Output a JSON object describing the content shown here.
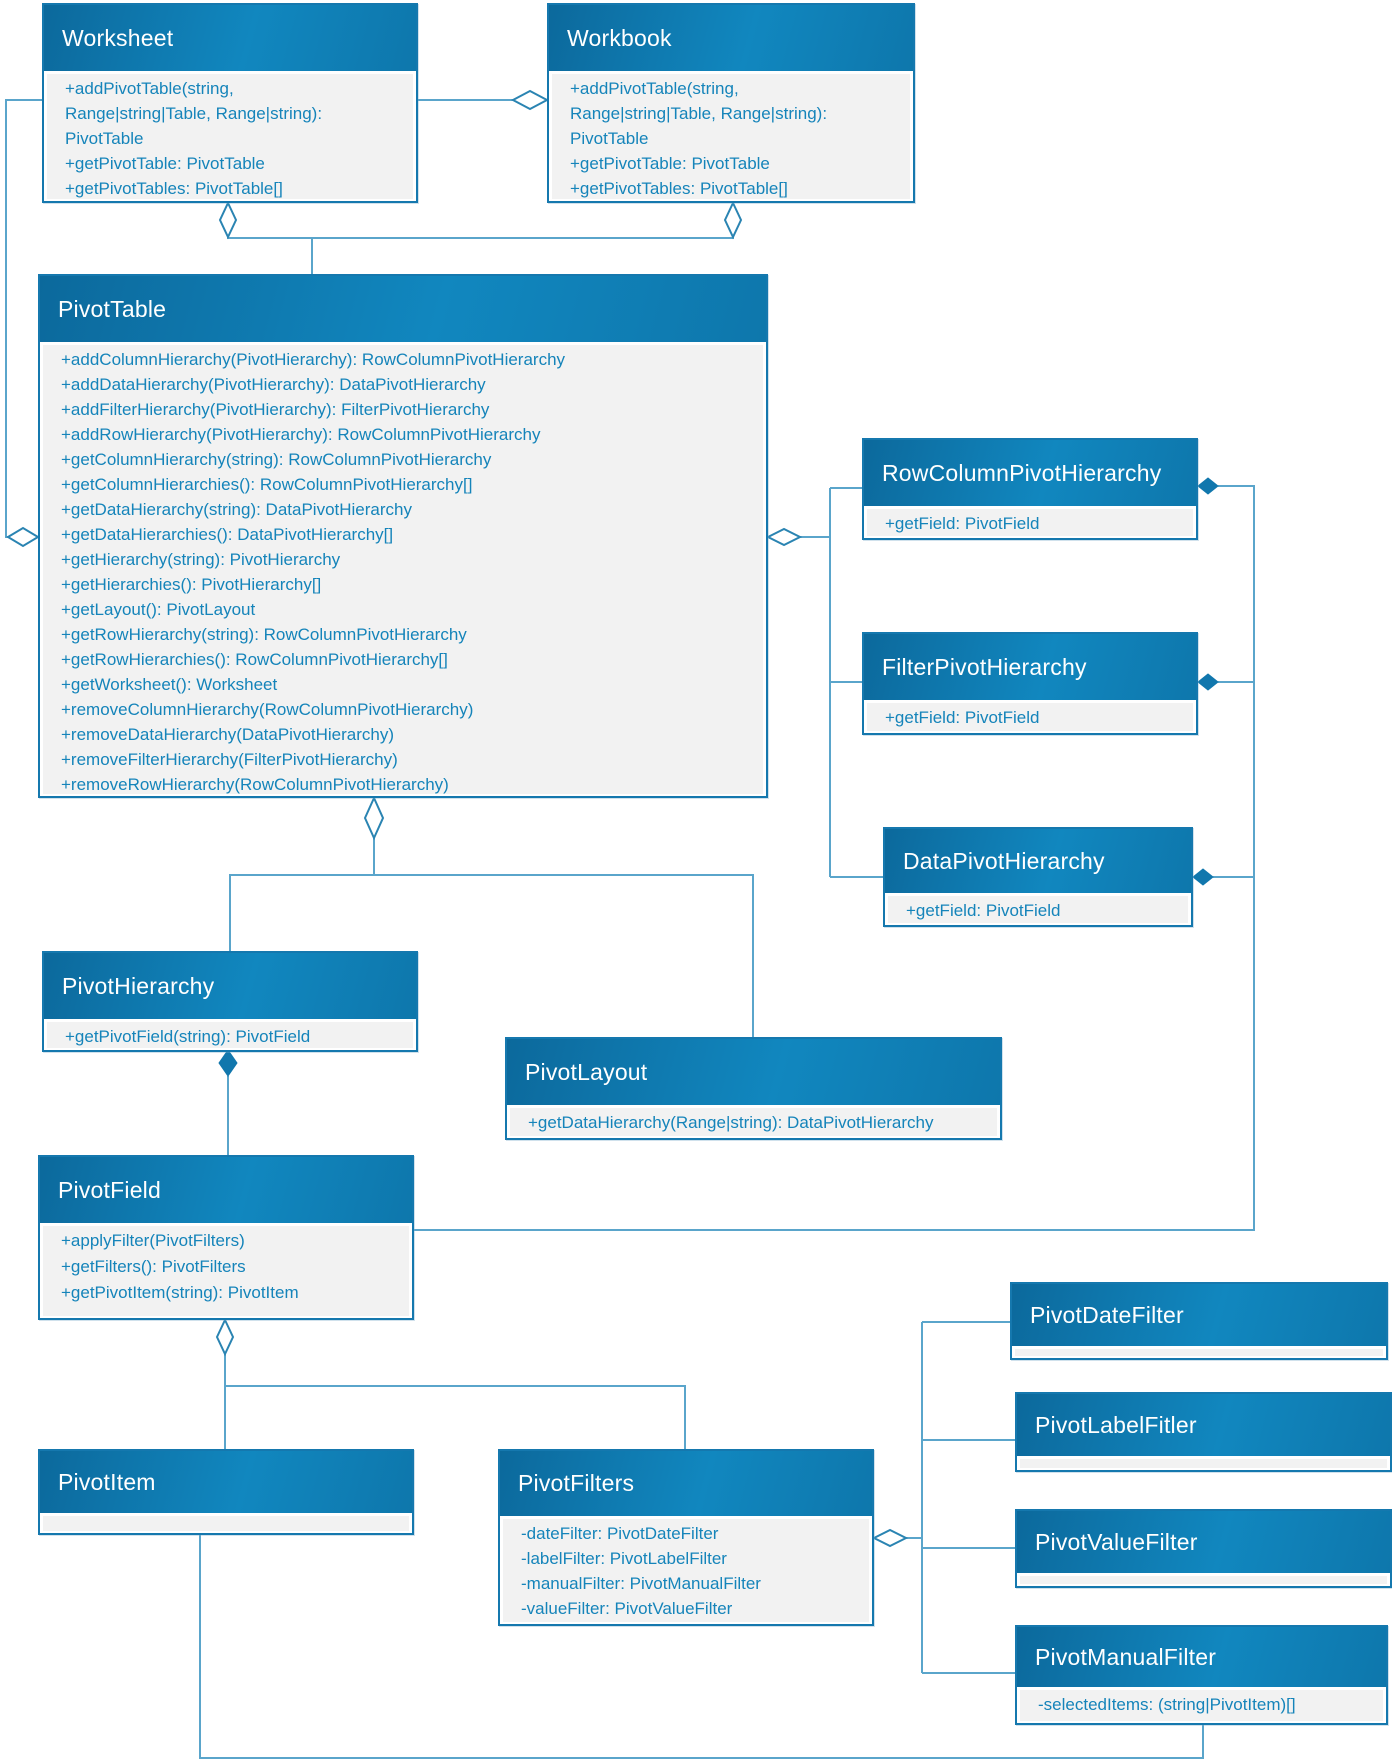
{
  "colors": {
    "accent": "#1177ad",
    "header_gradient_start": "#0c699c",
    "header_gradient_end": "#1187bf",
    "box_border": "#1578ae",
    "body_background": "#f2f2f2",
    "body_text": "#1584ba",
    "connector": "#5aa5cb",
    "header_text": "#ffffff"
  },
  "classes": {
    "worksheet": {
      "name": "Worksheet",
      "members": [
        "+addPivotTable(string,",
        "Range|string|Table, Range|string):",
        "PivotTable",
        "+getPivotTable: PivotTable",
        "+getPivotTables: PivotTable[]"
      ]
    },
    "workbook": {
      "name": "Workbook",
      "members": [
        "+addPivotTable(string,",
        "Range|string|Table, Range|string):",
        "PivotTable",
        "+getPivotTable: PivotTable",
        "+getPivotTables: PivotTable[]"
      ]
    },
    "pivotTable": {
      "name": "PivotTable",
      "members": [
        "+addColumnHierarchy(PivotHierarchy): RowColumnPivotHierarchy",
        "+addDataHierarchy(PivotHierarchy): DataPivotHierarchy",
        "+addFilterHierarchy(PivotHierarchy): FilterPivotHierarchy",
        "+addRowHierarchy(PivotHierarchy): RowColumnPivotHierarchy",
        "+getColumnHierarchy(string): RowColumnPivotHierarchy",
        "+getColumnHierarchies(): RowColumnPivotHierarchy[]",
        "+getDataHierarchy(string): DataPivotHierarchy",
        "+getDataHierarchies(): DataPivotHierarchy[]",
        "+getHierarchy(string): PivotHierarchy",
        "+getHierarchies(): PivotHierarchy[]",
        "+getLayout(): PivotLayout",
        "+getRowHierarchy(string): RowColumnPivotHierarchy",
        "+getRowHierarchies(): RowColumnPivotHierarchy[]",
        "+getWorksheet(): Worksheet",
        "+removeColumnHierarchy(RowColumnPivotHierarchy)",
        "+removeDataHierarchy(DataPivotHierarchy)",
        "+removeFilterHierarchy(FilterPivotHierarchy)",
        "+removeRowHierarchy(RowColumnPivotHierarchy)"
      ]
    },
    "rowColumnPivotHierarchy": {
      "name": "RowColumnPivotHierarchy",
      "members": [
        "+getField: PivotField"
      ]
    },
    "filterPivotHierarchy": {
      "name": "FilterPivotHierarchy",
      "members": [
        "+getField: PivotField"
      ]
    },
    "dataPivotHierarchy": {
      "name": "DataPivotHierarchy",
      "members": [
        "+getField: PivotField"
      ]
    },
    "pivotHierarchy": {
      "name": "PivotHierarchy",
      "members": [
        "+getPivotField(string): PivotField"
      ]
    },
    "pivotLayout": {
      "name": "PivotLayout",
      "members": [
        "+getDataHierarchy(Range|string): DataPivotHierarchy"
      ]
    },
    "pivotField": {
      "name": "PivotField",
      "members": [
        "+applyFilter(PivotFilters)",
        "+getFilters(): PivotFilters",
        "+getPivotItem(string): PivotItem"
      ]
    },
    "pivotItem": {
      "name": "PivotItem",
      "members": []
    },
    "pivotFilters": {
      "name": "PivotFilters",
      "members": [
        "-dateFilter: PivotDateFilter",
        "-labelFilter: PivotLabelFilter",
        "-manualFilter: PivotManualFilter",
        "-valueFilter: PivotValueFilter"
      ]
    },
    "pivotDateFilter": {
      "name": "PivotDateFilter",
      "members": []
    },
    "pivotLabelFitler": {
      "name": "PivotLabelFitler",
      "members": []
    },
    "pivotValueFilter": {
      "name": "PivotValueFilter",
      "members": []
    },
    "pivotManualFilter": {
      "name": "PivotManualFilter",
      "members": [
        "-selectedItems: (string|PivotItem)[]"
      ]
    }
  },
  "relationships": [
    {
      "from": "Worksheet",
      "to": "Workbook",
      "type": "aggregation"
    },
    {
      "from": "PivotTable",
      "to": "Worksheet",
      "type": "aggregation"
    },
    {
      "from": "PivotTable",
      "to": "Workbook",
      "type": "aggregation"
    },
    {
      "from": "Worksheet",
      "to": "PivotTable",
      "type": "aggregation"
    },
    {
      "from": "RowColumnPivotHierarchy",
      "to": "PivotTable",
      "type": "aggregation"
    },
    {
      "from": "FilterPivotHierarchy",
      "to": "PivotTable",
      "type": "aggregation"
    },
    {
      "from": "DataPivotHierarchy",
      "to": "PivotTable",
      "type": "aggregation"
    },
    {
      "from": "PivotHierarchy",
      "to": "PivotTable",
      "type": "aggregation"
    },
    {
      "from": "PivotLayout",
      "to": "PivotTable",
      "type": "aggregation"
    },
    {
      "from": "PivotField",
      "to": "RowColumnPivotHierarchy",
      "type": "composition"
    },
    {
      "from": "PivotField",
      "to": "FilterPivotHierarchy",
      "type": "composition"
    },
    {
      "from": "PivotField",
      "to": "DataPivotHierarchy",
      "type": "composition"
    },
    {
      "from": "PivotField",
      "to": "PivotHierarchy",
      "type": "composition"
    },
    {
      "from": "PivotItem",
      "to": "PivotField",
      "type": "aggregation"
    },
    {
      "from": "PivotFilters",
      "to": "PivotField",
      "type": "aggregation"
    },
    {
      "from": "PivotDateFilter",
      "to": "PivotFilters",
      "type": "aggregation"
    },
    {
      "from": "PivotLabelFitler",
      "to": "PivotFilters",
      "type": "aggregation"
    },
    {
      "from": "PivotValueFilter",
      "to": "PivotFilters",
      "type": "aggregation"
    },
    {
      "from": "PivotManualFilter",
      "to": "PivotFilters",
      "type": "aggregation"
    },
    {
      "from": "PivotManualFilter",
      "to": "PivotItem",
      "type": "association"
    }
  ]
}
